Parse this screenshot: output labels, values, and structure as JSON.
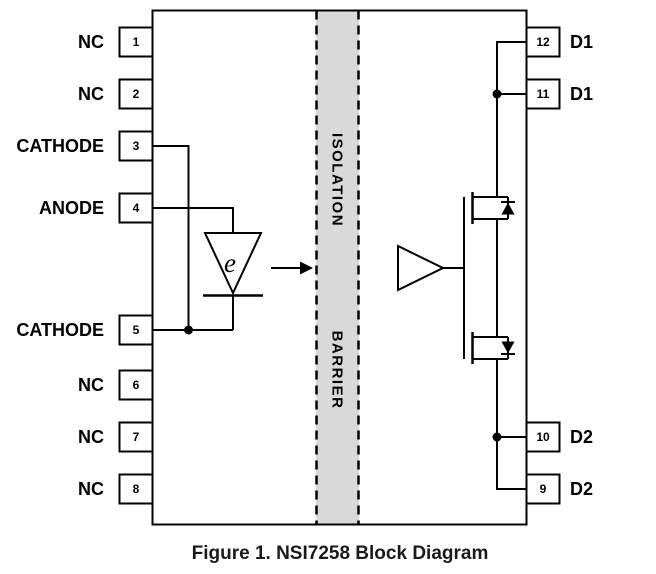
{
  "figure": {
    "caption": "Figure 1. NSI7258 Block Diagram"
  },
  "chip": {
    "left_pins": [
      {
        "num": "1",
        "label": "NC"
      },
      {
        "num": "2",
        "label": "NC"
      },
      {
        "num": "3",
        "label": "CATHODE"
      },
      {
        "num": "4",
        "label": "ANODE"
      },
      {
        "num": "5",
        "label": "CATHODE"
      },
      {
        "num": "6",
        "label": "NC"
      },
      {
        "num": "7",
        "label": "NC"
      },
      {
        "num": "8",
        "label": "NC"
      }
    ],
    "right_pins": [
      {
        "num": "12",
        "label": "D1"
      },
      {
        "num": "11",
        "label": "D1"
      },
      {
        "num": "10",
        "label": "D2"
      },
      {
        "num": "9",
        "label": "D2"
      }
    ],
    "barrier": {
      "label_top": "ISOLATION",
      "label_bottom": "BARRIER"
    },
    "emitter": {
      "symbol": "e"
    },
    "colors": {
      "barrier_fill": "#d9d9d9",
      "line": "#000000"
    }
  }
}
